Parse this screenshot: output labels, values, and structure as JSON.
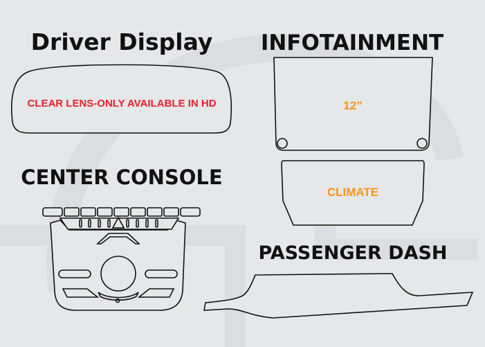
{
  "sections": {
    "driver_display": {
      "title": "Driver Display",
      "note": "CLEAR LENS-ONLY AVAILABLE IN HD"
    },
    "infotainment": {
      "title": "INFOTAINMENT",
      "size_label": "12”"
    },
    "climate": {
      "label": "CLIMATE"
    },
    "center_console": {
      "title": "CENTER CONSOLE"
    },
    "passenger_dash": {
      "title": "PASSENGER DASH"
    }
  },
  "colors": {
    "background": "#e6e7e9",
    "note_red": "#e8202a",
    "label_orange": "#f7941d",
    "outline": "#111111"
  }
}
